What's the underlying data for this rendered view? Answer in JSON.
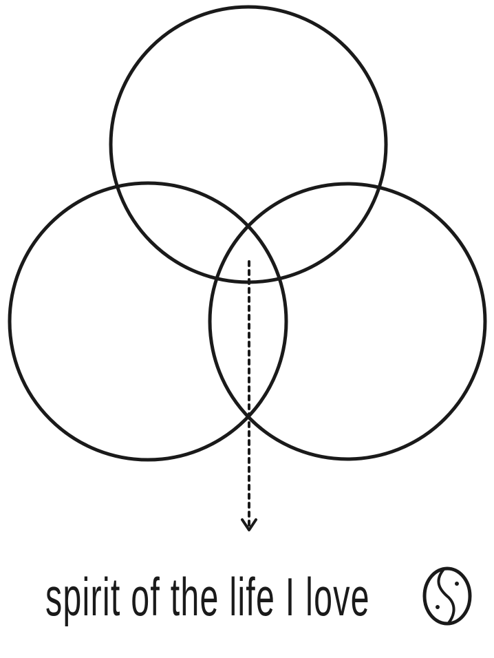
{
  "diagram": {
    "type": "venn",
    "circle_count": 3,
    "caption": "spirit of the life I love",
    "caption_symbol": "yin-yang-icon",
    "stroke_color": "#1a1a1a",
    "background_color": "#ffffff"
  }
}
